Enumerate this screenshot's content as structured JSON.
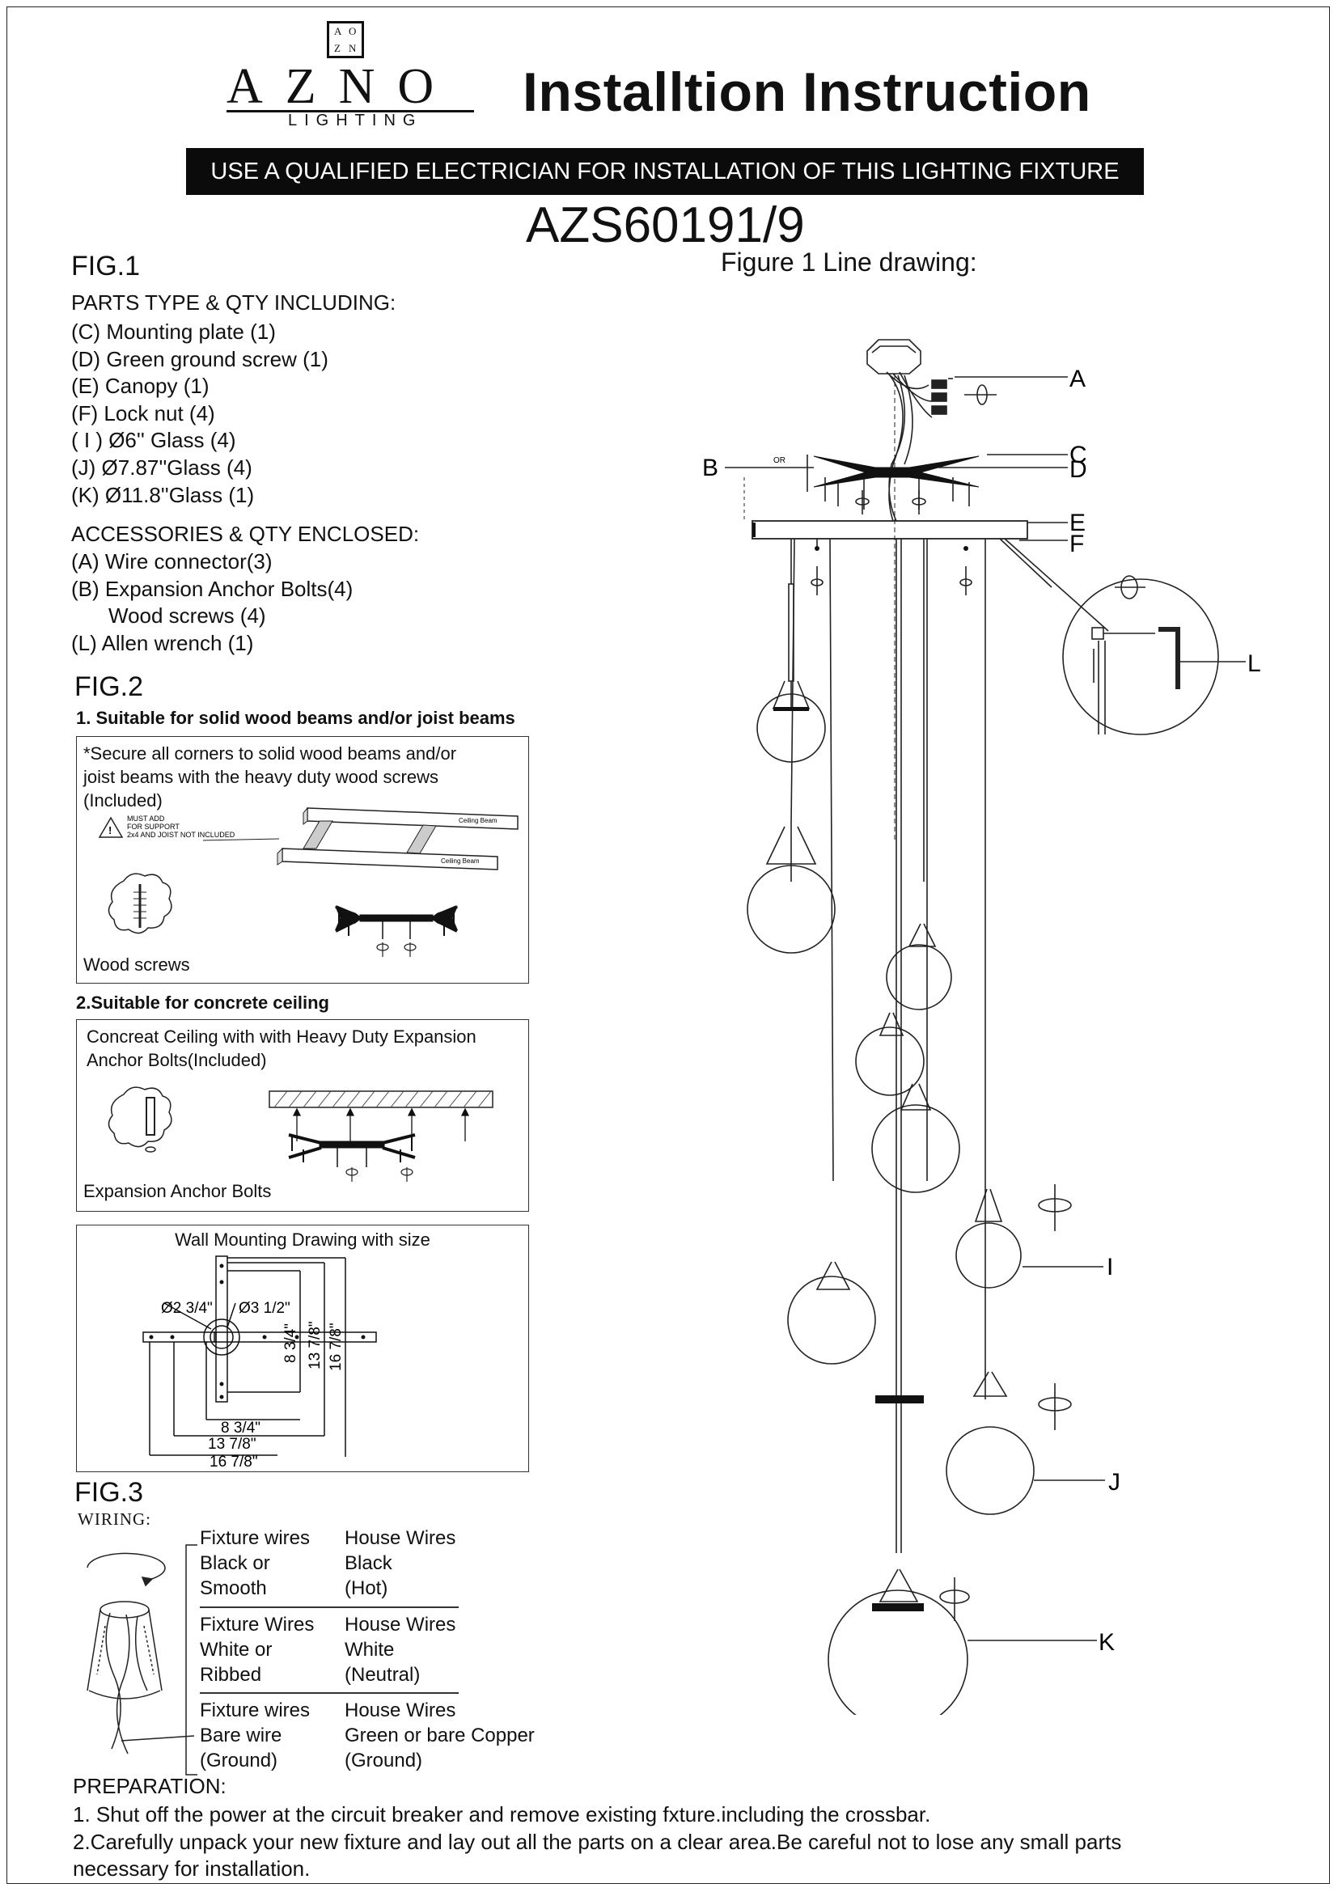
{
  "header": {
    "logo_letters": [
      "A",
      "O",
      "Z",
      "N"
    ],
    "logo_word": "AZNO",
    "logo_sub": "LIGHTING",
    "title": "Installtion Instruction",
    "banner": "USE A QUALIFIED ELECTRICIAN FOR INSTALLATION OF THIS LIGHTING FIXTURE",
    "model": "AZS60191/9"
  },
  "fig1": {
    "title": "FIG.1",
    "parts_heading": "PARTS TYPE & QTY INCLUDING:",
    "parts": [
      "(C) Mounting plate (1)",
      "(D) Green ground screw (1)",
      "(E) Canopy (1)",
      "(F) Lock nut (4)",
      "( I ) Ø6'' Glass (4)",
      "(J) Ø7.87''Glass (4)",
      "(K) Ø11.8''Glass (1)"
    ],
    "accessories_heading": "ACCESSORIES & QTY ENCLOSED:",
    "accessories": [
      "(A) Wire connector(3)",
      "(B) Expansion Anchor Bolts(4)",
      "Wood  screws (4)",
      "(L) Allen wrench  (1)"
    ]
  },
  "figure1_drawing": {
    "title": "Figure 1 Line drawing:",
    "labels": {
      "A": "A",
      "B": "B",
      "C": "C",
      "D": "D",
      "E": "E",
      "F": "F",
      "L": "L",
      "I": "I",
      "J": "J",
      "K": "K"
    },
    "or_label": "OR"
  },
  "fig2": {
    "title": "FIG.2",
    "section1_heading": "1. Suitable for solid wood beams and/or joist beams",
    "section1_text": [
      "*Secure all corners to solid wood beams and/or",
      "joist beams with the heavy  duty  wood  screws",
      "(Included)"
    ],
    "warning_text": [
      "MUST ADD",
      "FOR SUPPORT",
      "2x4 AND JOIST NOT INCLUDED"
    ],
    "ceiling_beam_label": "Ceiling Beam",
    "wood_screws_label": "Wood  screws",
    "section2_heading": "2.Suitable for concrete ceiling",
    "section2_text": [
      "Concreat Ceiling with with Heavy Duty Expansion",
      "Anchor Bolts(Included)"
    ],
    "anchor_label": "Expansion Anchor Bolts",
    "wall_title": "Wall Mounting Drawing with size",
    "dims": {
      "d1": "Ø2 3/4\"",
      "d2": "Ø3 1/2\"",
      "v1": "8 3/4\"",
      "v2": "13 7/8\"",
      "v3": "16 7/8\"",
      "h1": "8 3/4\"",
      "h2": "13 7/8\"",
      "h3": "16 7/8\""
    }
  },
  "fig3": {
    "title": "FIG.3",
    "wiring_label": "WIRING:",
    "rows": [
      {
        "fixture": [
          "Fixture wires",
          "Black or",
          "Smooth"
        ],
        "house": [
          "House Wires",
          "Black",
          "(Hot)"
        ]
      },
      {
        "fixture": [
          "Fixture Wires",
          "White or",
          "Ribbed"
        ],
        "house": [
          "House Wires",
          "White",
          "(Neutral)"
        ]
      },
      {
        "fixture": [
          "Fixture wires",
          "Bare wire",
          "(Ground)"
        ],
        "house": [
          "House Wires",
          "Green or bare Copper",
          "(Ground)"
        ]
      }
    ]
  },
  "preparation": {
    "heading": "PREPARATION:",
    "steps": [
      "1. Shut off the power at the circuit breaker and remove existing fxture.including the crossbar.",
      "2.Carefully unpack your new fixture and lay out all the parts on a clear area.Be careful not to lose any small parts",
      "necessary for installation."
    ]
  }
}
